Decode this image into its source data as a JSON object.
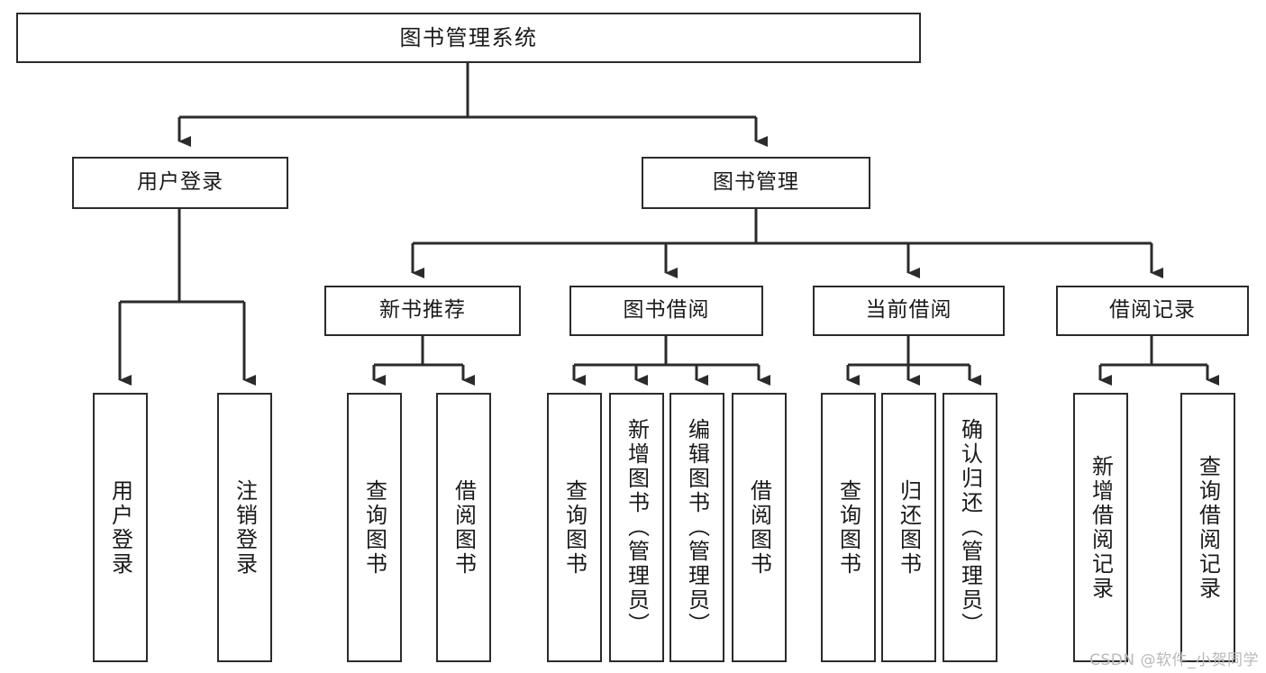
{
  "diagram": {
    "title": "图书管理系统",
    "type": "tree-hierarchy",
    "watermark": "CSDN @软件_小贺同学",
    "colors": {
      "box_border": "#2b2b2b",
      "box_fill": "#ffffff",
      "connector": "#2b2b2b",
      "text": "#1a1a1a",
      "watermark": "#b9b9b9",
      "background": "#ffffff"
    }
  },
  "nodes": {
    "root": {
      "label": "图书管理系统"
    },
    "level1": [
      {
        "label": "用户登录"
      },
      {
        "label": "图书管理"
      }
    ],
    "level2": [
      {
        "label": "新书推荐"
      },
      {
        "label": "图书借阅"
      },
      {
        "label": "当前借阅"
      },
      {
        "label": "借阅记录"
      }
    ],
    "leaves_user_login": [
      {
        "label": "用户登录"
      },
      {
        "label": "注销登录"
      }
    ],
    "leaves_new_book": [
      {
        "label": "查询图书"
      },
      {
        "label": "借阅图书"
      }
    ],
    "leaves_borrow": [
      {
        "label": "查询图书"
      },
      {
        "label": "新增图书（管理员）"
      },
      {
        "label": "编辑图书（管理员）"
      },
      {
        "label": "借阅图书"
      }
    ],
    "leaves_current": [
      {
        "label": "查询图书"
      },
      {
        "label": "归还图书"
      },
      {
        "label": "确认归还（管理员）"
      }
    ],
    "leaves_record": [
      {
        "label": "新增借阅记录"
      },
      {
        "label": "查询借阅记录"
      }
    ]
  }
}
